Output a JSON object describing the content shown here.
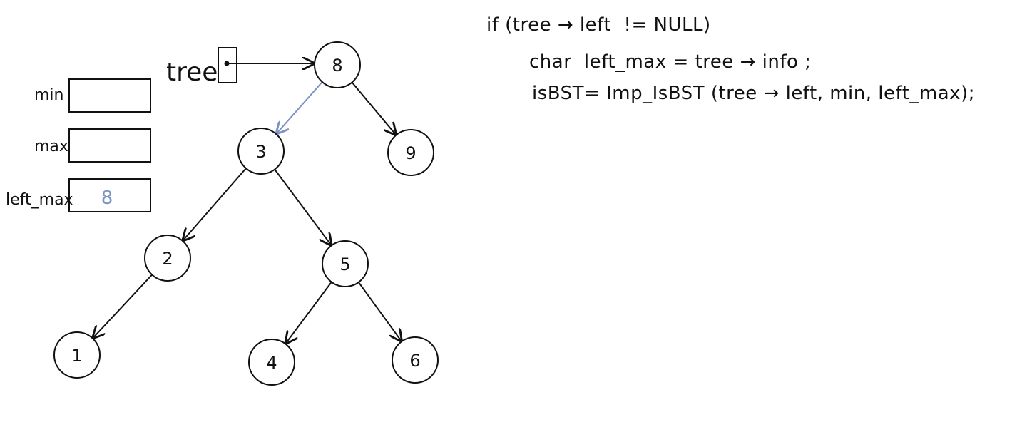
{
  "pointer": {
    "label": "tree"
  },
  "vars": [
    {
      "name": "min",
      "value": ""
    },
    {
      "name": "max",
      "value": ""
    },
    {
      "name": "left_max",
      "value": "8"
    }
  ],
  "tree": {
    "nodes": [
      {
        "id": "n8",
        "value": "8"
      },
      {
        "id": "n3",
        "value": "3"
      },
      {
        "id": "n9",
        "value": "9"
      },
      {
        "id": "n2",
        "value": "2"
      },
      {
        "id": "n5",
        "value": "5"
      },
      {
        "id": "n1",
        "value": "1"
      },
      {
        "id": "n4",
        "value": "4"
      },
      {
        "id": "n6",
        "value": "6"
      }
    ],
    "edges": [
      {
        "from": "n8",
        "to": "n3",
        "highlight": true
      },
      {
        "from": "n8",
        "to": "n9",
        "highlight": false
      },
      {
        "from": "n3",
        "to": "n2",
        "highlight": false
      },
      {
        "from": "n3",
        "to": "n5",
        "highlight": false
      },
      {
        "from": "n2",
        "to": "n1",
        "highlight": false
      },
      {
        "from": "n5",
        "to": "n4",
        "highlight": false
      },
      {
        "from": "n5",
        "to": "n6",
        "highlight": false
      }
    ]
  },
  "code": {
    "lines": [
      "if (tree → left  != NULL)",
      "char  left_max = tree → info ;",
      "isBST= Imp_IsBST (tree → left, min, left_max);"
    ]
  },
  "colors": {
    "ink": "#111111",
    "highlight": "#7b93c4"
  }
}
